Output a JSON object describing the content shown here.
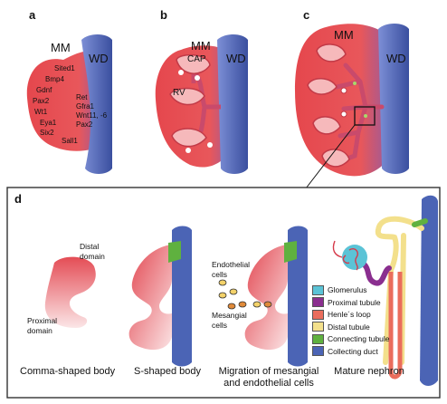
{
  "panels": {
    "a": {
      "letter": "a",
      "mm": "MM",
      "wd": "WD",
      "mm_genes": [
        "Sited1",
        "Bmp4",
        "Gdnf",
        "Pax2",
        "Wt1",
        "Eya1",
        "Six2",
        "Sall1"
      ],
      "wd_genes": [
        "Ret",
        "Gfra1",
        "Wnt11, -6",
        "Pax2"
      ]
    },
    "b": {
      "letter": "b",
      "mm": "MM",
      "wd": "WD",
      "cap": "CAP",
      "rv": "RV"
    },
    "c": {
      "letter": "c",
      "mm": "MM",
      "wd": "WD"
    },
    "d": {
      "letter": "d",
      "distal": [
        "Distal",
        "domain"
      ],
      "proximal": [
        "Proximal",
        "domain"
      ],
      "endothelial": [
        "Endothelial",
        "cells"
      ],
      "mesangial": [
        "Mesangial",
        "cells"
      ],
      "captions": {
        "comma": "Comma-shaped body",
        "s_shaped": "S-shaped body",
        "migration": [
          "Migration of mesangial",
          "and endothelial cells"
        ],
        "mature": "Mature nephron"
      },
      "legend": [
        {
          "label": "Glomerulus",
          "color": "#5bc3d6"
        },
        {
          "label": "Proximal tubule",
          "color": "#8a2e8f"
        },
        {
          "label": "Henle´s loop",
          "color": "#ea6d5c"
        },
        {
          "label": "Distal tubule",
          "color": "#f3e08c"
        },
        {
          "label": "Connecting tubule",
          "color": "#5fb13f"
        },
        {
          "label": "Collecting duct",
          "color": "#4b64b5"
        }
      ]
    }
  },
  "colors": {
    "mm_fill": "#e4565a",
    "wd_fill": "#4b5fae",
    "frame": "#333333"
  }
}
